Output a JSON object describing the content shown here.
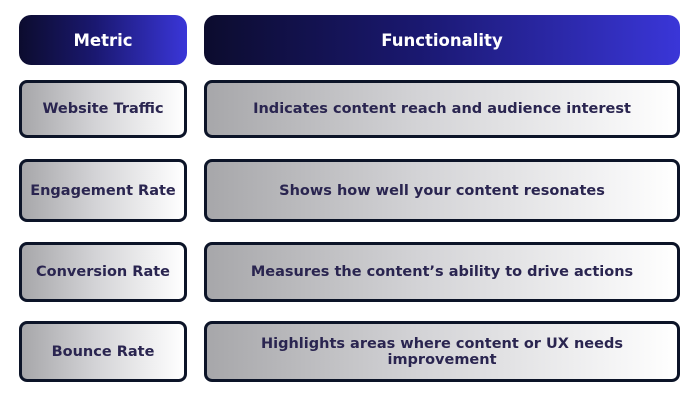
{
  "table": {
    "headers": {
      "metric": "Metric",
      "functionality": "Functionality"
    },
    "rows": [
      {
        "metric": "Website Traffic",
        "functionality": "Indicates content reach and audience interest"
      },
      {
        "metric": "Engagement Rate",
        "functionality": "Shows how well your content resonates"
      },
      {
        "metric": "Conversion Rate",
        "functionality": "Measures the content’s ability to drive actions"
      },
      {
        "metric": "Bounce Rate",
        "functionality": "Highlights areas where content or UX needs improvement"
      }
    ]
  },
  "colors": {
    "header_dark": "#0c0c2e",
    "header_accent": "#3a36d8",
    "border": "#0c1428",
    "text": "#2a2550"
  }
}
